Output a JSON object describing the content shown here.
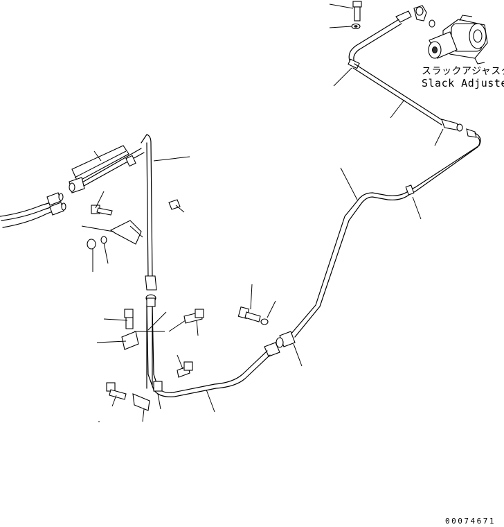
{
  "labels": {
    "component_jp": "スラックアジャスタ",
    "component_en": "Slack Adjuster"
  },
  "drawing_code": "00074671"
}
